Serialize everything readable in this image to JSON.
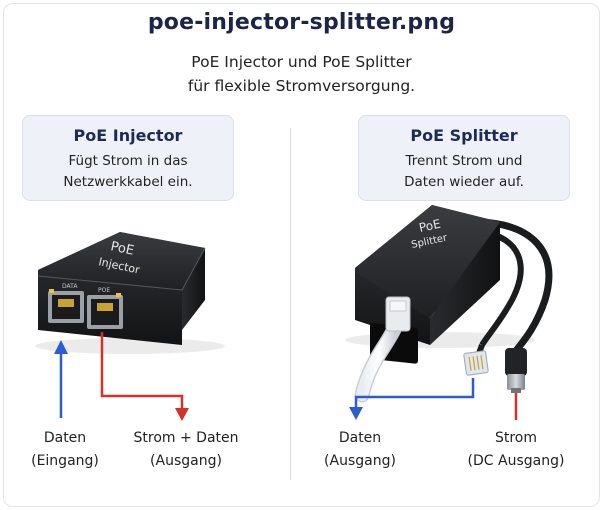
{
  "title": "poe-injector-splitter.png",
  "subtitle": {
    "line1": "PoE Injector und PoE Splitter",
    "line2": "für flexible Stromversorgung."
  },
  "injector": {
    "title": "PoE Injector",
    "desc_line1": "Fügt Strom in das",
    "desc_line2": "Netzwerkkabel ein.",
    "device_label_line1": "PoE",
    "device_label_line2": "Injector",
    "port_left_label": "DATA",
    "port_right_label": "POE",
    "label_left_line1": "Daten",
    "label_left_line2": "(Eingang)",
    "label_right_line1": "Strom + Daten",
    "label_right_line2": "(Ausgang)"
  },
  "splitter": {
    "title": "PoE Splitter",
    "desc_line1": "Trennt Strom und",
    "desc_line2": "Daten wieder auf.",
    "device_label_line1": "PoE",
    "device_label_line2": "Splitter",
    "label_left_line1": "Daten",
    "label_left_line2": "(Ausgang)",
    "label_right_line1": "Strom",
    "label_right_line2": "(DC Ausgang)"
  },
  "colors": {
    "data_arrow": "#2d5bd0",
    "power_arrow": "#d1332a",
    "device": "#1e1f21",
    "card_bg": "#eef2f8",
    "title": "#1c2547"
  }
}
